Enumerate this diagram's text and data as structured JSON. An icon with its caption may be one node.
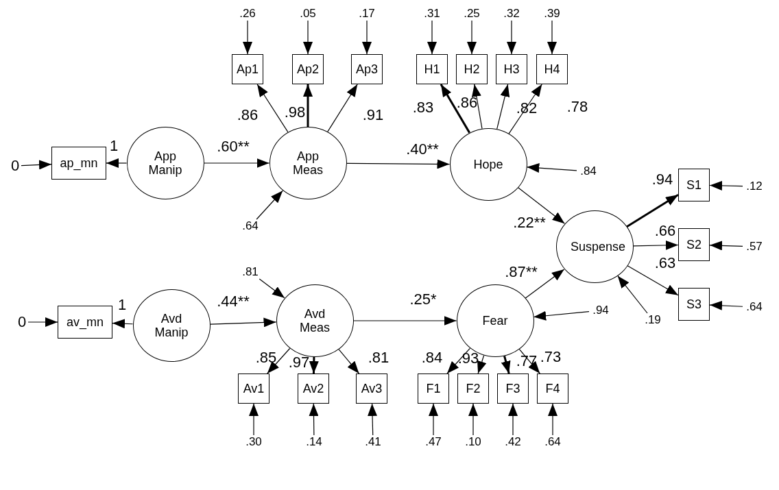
{
  "diagram": {
    "nodes": [
      {
        "text": [
          ".26"
        ]
      },
      {
        "text": [
          ".05"
        ]
      },
      {
        "text": [
          ".17"
        ]
      },
      {
        "text": [
          ".31"
        ]
      },
      {
        "text": [
          ".25"
        ]
      },
      {
        "text": [
          ".32"
        ]
      },
      {
        "text": [
          ".39"
        ]
      },
      {
        "text": [
          "Ap1"
        ]
      },
      {
        "text": [
          "Ap2"
        ]
      },
      {
        "text": [
          "Ap3"
        ]
      },
      {
        "text": [
          "H1"
        ]
      },
      {
        "text": [
          "H2"
        ]
      },
      {
        "text": [
          "H3"
        ]
      },
      {
        "text": [
          "H4"
        ]
      },
      {
        "text": [
          "0"
        ]
      },
      {
        "text": [
          "ap_mn"
        ]
      },
      {
        "text": [
          "App Manip"
        ]
      },
      {
        "text": [
          "App Meas"
        ]
      },
      {
        "text": [
          "Hope"
        ]
      },
      {
        "text": [
          ".84"
        ]
      },
      {
        "text": [
          "S1"
        ]
      },
      {
        "text": [
          ".12"
        ]
      },
      {
        "text": [
          ".64"
        ]
      },
      {
        "text": [
          "Suspense"
        ]
      },
      {
        "text": [
          "S2"
        ]
      },
      {
        "text": [
          ".57"
        ]
      },
      {
        "text": [
          ".81"
        ]
      },
      {
        "text": [
          "S3"
        ]
      },
      {
        "text": [
          ".64"
        ]
      },
      {
        "text": [
          "0"
        ]
      },
      {
        "text": [
          "av_mn"
        ]
      },
      {
        "text": [
          "Avd Manip"
        ]
      },
      {
        "text": [
          "Avd Meas"
        ]
      },
      {
        "text": [
          "Fear"
        ]
      },
      {
        "text": [
          ".94"
        ]
      },
      {
        "text": [
          ".19"
        ]
      },
      {
        "text": [
          "Av1"
        ]
      },
      {
        "text": [
          "Av2"
        ]
      },
      {
        "text": [
          "Av3"
        ]
      },
      {
        "text": [
          "F1"
        ]
      },
      {
        "text": [
          "F2"
        ]
      },
      {
        "text": [
          "F3"
        ]
      },
      {
        "text": [
          "F4"
        ]
      },
      {
        "text": [
          ".30"
        ]
      },
      {
        "text": [
          ".14"
        ]
      },
      {
        "text": [
          ".41"
        ]
      },
      {
        "text": [
          ".47"
        ]
      },
      {
        "text": [
          ".10"
        ]
      },
      {
        "text": [
          ".42"
        ]
      },
      {
        "text": [
          ".64"
        ]
      }
    ],
    "edges": [
      {
        "from": 0,
        "to": 7,
        "arrow": "to"
      },
      {
        "from": 1,
        "to": 8,
        "arrow": "to"
      },
      {
        "from": 2,
        "to": 9,
        "arrow": "to"
      },
      {
        "from": 3,
        "to": 10,
        "arrow": "to"
      },
      {
        "from": 4,
        "to": 11,
        "arrow": "to"
      },
      {
        "from": 5,
        "to": 12,
        "arrow": "to"
      },
      {
        "from": 6,
        "to": 13,
        "arrow": "to"
      },
      {
        "from": 14,
        "to": 15,
        "arrow": "to"
      },
      {
        "from": 16,
        "to": 15,
        "arrow": "to",
        "label": "1"
      },
      {
        "from": 16,
        "to": 17,
        "arrow": "to",
        "label": ".60**"
      },
      {
        "from": 17,
        "to": 7,
        "arrow": "to",
        "label": ".86"
      },
      {
        "from": 17,
        "to": 8,
        "arrow": "to",
        "label": ".98",
        "style": "thick"
      },
      {
        "from": 17,
        "to": 9,
        "arrow": "to",
        "label": ".91"
      },
      {
        "from": 17,
        "to": 18,
        "arrow": "to",
        "label": ".40**"
      },
      {
        "from": 18,
        "to": 10,
        "arrow": "to",
        "label": ".83",
        "style": "thick"
      },
      {
        "from": 18,
        "to": 11,
        "arrow": "to",
        "label": ".86"
      },
      {
        "from": 18,
        "to": 12,
        "arrow": "to",
        "label": ".82"
      },
      {
        "from": 18,
        "to": 13,
        "arrow": "to",
        "label": ".78"
      },
      {
        "from": 19,
        "to": 18,
        "arrow": "to"
      },
      {
        "from": 22,
        "to": 17,
        "arrow": "to"
      },
      {
        "from": 18,
        "to": 23,
        "arrow": "to",
        "label": ".22**"
      },
      {
        "from": 33,
        "to": 23,
        "arrow": "to",
        "label": ".87**"
      },
      {
        "from": 23,
        "to": 20,
        "arrow": "to",
        "label": ".94",
        "style": "thick"
      },
      {
        "from": 23,
        "to": 24,
        "arrow": "to",
        "label": ".66"
      },
      {
        "from": 23,
        "to": 27,
        "arrow": "to",
        "label": ".63"
      },
      {
        "from": 21,
        "to": 20,
        "arrow": "to"
      },
      {
        "from": 25,
        "to": 24,
        "arrow": "to"
      },
      {
        "from": 28,
        "to": 27,
        "arrow": "to"
      },
      {
        "from": 35,
        "to": 23,
        "arrow": "to"
      },
      {
        "from": 29,
        "to": 30,
        "arrow": "to"
      },
      {
        "from": 31,
        "to": 30,
        "arrow": "to",
        "label": "1"
      },
      {
        "from": 31,
        "to": 32,
        "arrow": "to",
        "label": ".44**"
      },
      {
        "from": 26,
        "to": 32,
        "arrow": "to"
      },
      {
        "from": 32,
        "to": 33,
        "arrow": "to",
        "label": ".25*"
      },
      {
        "from": 34,
        "to": 33,
        "arrow": "to"
      },
      {
        "from": 32,
        "to": 36,
        "arrow": "to",
        "label": ".85"
      },
      {
        "from": 32,
        "to": 37,
        "arrow": "to",
        "label": ".97",
        "style": "thick"
      },
      {
        "from": 32,
        "to": 38,
        "arrow": "to",
        "label": ".81"
      },
      {
        "from": 33,
        "to": 39,
        "arrow": "to",
        "label": ".84"
      },
      {
        "from": 33,
        "to": 40,
        "arrow": "to",
        "label": ".93"
      },
      {
        "from": 33,
        "to": 41,
        "arrow": "to",
        "label": ".77",
        "style": "thick"
      },
      {
        "from": 33,
        "to": 42,
        "arrow": "to",
        "label": ".73"
      },
      {
        "from": 43,
        "to": 36,
        "arrow": "to"
      },
      {
        "from": 44,
        "to": 37,
        "arrow": "to"
      },
      {
        "from": 45,
        "to": 38,
        "arrow": "to"
      },
      {
        "from": 46,
        "to": 39,
        "arrow": "to"
      },
      {
        "from": 47,
        "to": 40,
        "arrow": "to"
      },
      {
        "from": 48,
        "to": 41,
        "arrow": "to"
      },
      {
        "from": 49,
        "to": 42,
        "arrow": "to"
      }
    ]
  }
}
